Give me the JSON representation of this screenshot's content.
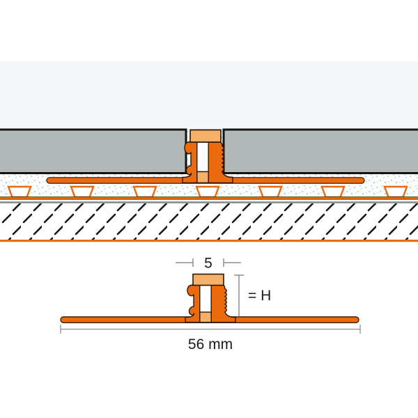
{
  "diagram": {
    "kind": "tile-movement-joint-profile-cross-section",
    "views": {
      "installation_section": "profile installed between tiles over mortar, uncoupling membrane and substrate",
      "profile_drawing": "dimensioned profile cross-section"
    }
  },
  "dimensions": {
    "joint_width_label": "5",
    "height_label": "= H",
    "total_width_label": "56 mm"
  },
  "colors": {
    "profile_orange": "#EC6A0E",
    "soft_zone_peach": "#F5B06A",
    "tile_gray": "#B3B9B9",
    "outline_dark": "#2A1806",
    "mortar_bg": "#FCFDFD",
    "mortar_speckle": "#BEC6C6",
    "substrate_hatch": "#161616",
    "bonding_layer_gray": "#858B8B",
    "dimension_gray": "#8A8F8F",
    "wall_band": "#F4F6F8",
    "label_black": "#1A1A1A"
  }
}
